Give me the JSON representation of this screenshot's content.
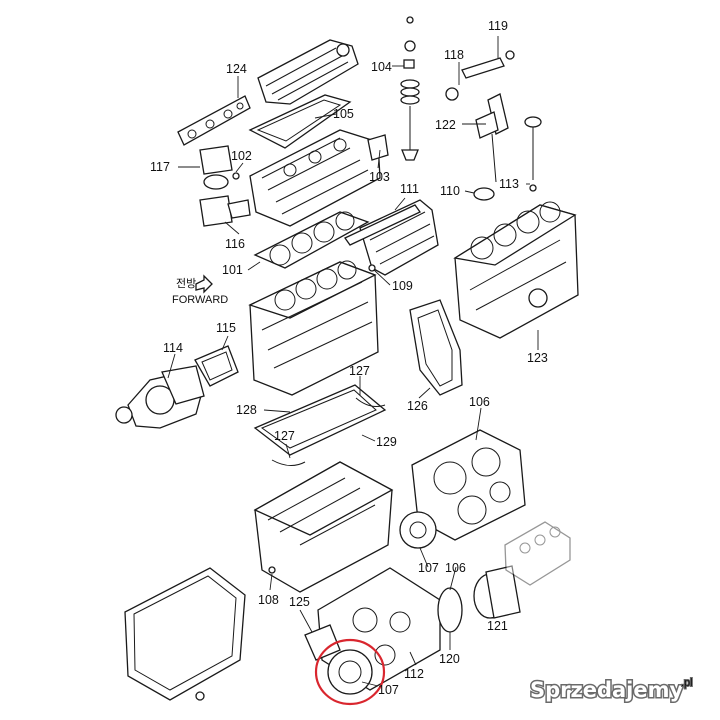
{
  "colors": {
    "highlight_circle": "#d9262e",
    "ink": "#1a1a1a",
    "watermark": "#ffffff"
  },
  "labels": {
    "p101": "101",
    "p102": "102",
    "p103": "103",
    "p104": "104",
    "p105": "105",
    "p106a": "106",
    "p106b": "106",
    "p107a": "107",
    "p107b": "107",
    "p108": "108",
    "p109": "109",
    "p110": "110",
    "p111": "111",
    "p112": "112",
    "p113": "113",
    "p114": "114",
    "p115": "115",
    "p116": "116",
    "p117": "117",
    "p118": "118",
    "p119": "119",
    "p120": "120",
    "p121": "121",
    "p122": "122",
    "p123": "123",
    "p124": "124",
    "p125": "125",
    "p126": "126",
    "p127a": "127",
    "p127b": "127",
    "p128": "128",
    "p129": "129"
  },
  "forward_marker": {
    "korean": "전방",
    "english": "FORWARD",
    "icon": "arrow-icon"
  },
  "watermark": {
    "text": "Sprzedajemy",
    "suffix": ".pl"
  }
}
